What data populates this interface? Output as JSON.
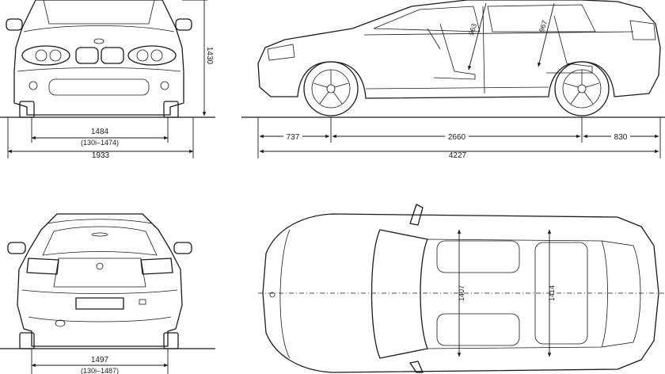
{
  "front_view": {
    "height": "1430",
    "track": "1484",
    "track_variant": "(130i–1474)",
    "width": "1933"
  },
  "side_view": {
    "front_overhang": "737",
    "wheelbase": "2660",
    "rear_overhang": "830",
    "length": "4227",
    "front_seat_dim": "963",
    "rear_seat_dim": "967"
  },
  "rear_view": {
    "track": "1497",
    "track_variant": "(130i–1487)"
  },
  "top_view": {
    "front_interior_width": "1407",
    "rear_interior_width": "1414"
  }
}
